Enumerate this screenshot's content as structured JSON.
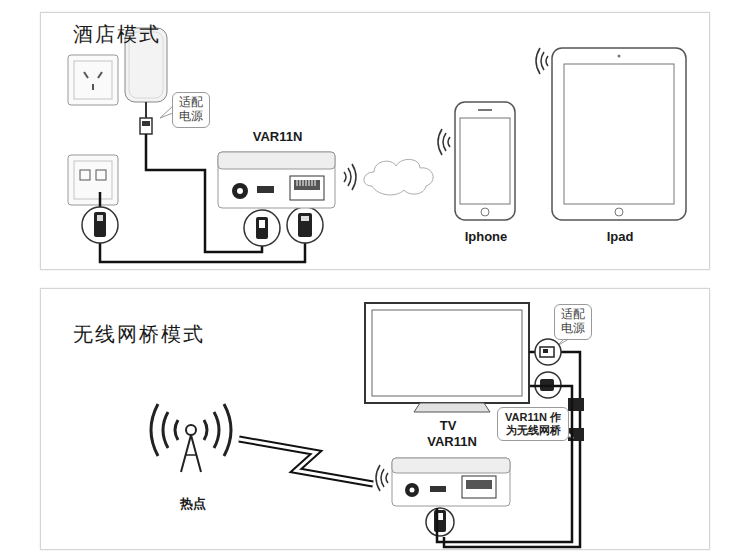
{
  "diagram": {
    "nodes": [
      {
        "text": [
          "酒店模式"
        ]
      },
      {
        "text": [
          "适配 电源"
        ],
        "in": 0
      },
      {
        "text": [
          "VAR11N"
        ],
        "in": 0
      },
      {
        "text": [
          "Iphone"
        ],
        "in": 0
      },
      {
        "text": [
          "Ipad"
        ],
        "in": 0
      },
      {
        "text": [
          "无线网桥模式"
        ]
      },
      {
        "text": [
          "适配 电源"
        ],
        "in": 5
      },
      {
        "text": [
          "TV"
        ],
        "in": 5
      },
      {
        "text": [
          "VAR11N 作 为无线网桥"
        ],
        "in": 5
      },
      {
        "text": [
          "VAR11N"
        ],
        "in": 5
      },
      {
        "text": [
          "热点"
        ],
        "in": 5
      }
    ],
    "edges": [
      {
        "from": 10,
        "to": 9,
        "arrow": "none"
      },
      {
        "from": 9,
        "to": 7,
        "arrow": "none"
      }
    ]
  }
}
